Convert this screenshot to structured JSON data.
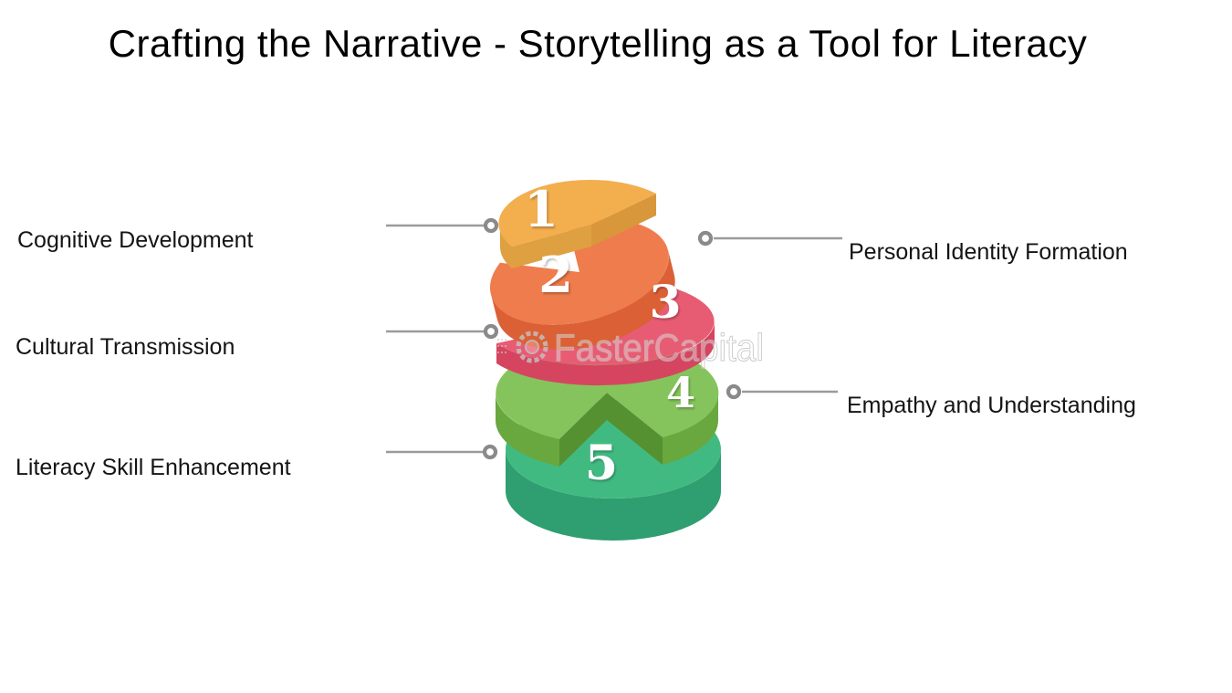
{
  "title": "Crafting the Narrative - Storytelling as a Tool for Literacy",
  "watermark": {
    "text": "FasterCapital",
    "icon": "gear-icon"
  },
  "diagram": {
    "type": "3d-spiral-pyramid-5-levels",
    "connector_color": "#9b9b9b",
    "levels": [
      {
        "number": "1",
        "label": "Cognitive Development",
        "label_side": "left",
        "top_color": "#F3AE4E",
        "side_color": "#DFA041",
        "edge_color": "#D9973B"
      },
      {
        "number": "2",
        "label": "Personal Identity Formation",
        "label_side": "right",
        "top_color": "#EF7C4D",
        "side_color": "#DB6036",
        "edge_color": "#C7512F"
      },
      {
        "number": "3",
        "label": "Cultural Transmission",
        "label_side": "left",
        "top_color": "#E85C73",
        "side_color": "#D64560",
        "edge_color": "#C23B54"
      },
      {
        "number": "4",
        "label": "Empathy and Understanding",
        "label_side": "right",
        "top_color": "#85C45C",
        "side_color": "#68A83E",
        "edge_color": "#559130"
      },
      {
        "number": "5",
        "label": "Literacy Skill Enhancement",
        "label_side": "left",
        "top_color": "#41BA82",
        "side_color": "#2F9E70",
        "edge_color": "#278A61"
      }
    ]
  }
}
